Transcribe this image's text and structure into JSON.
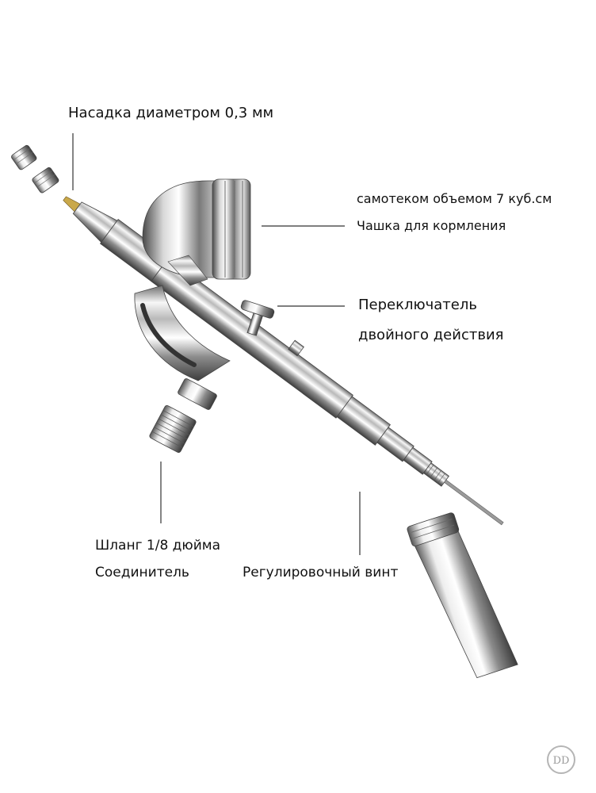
{
  "labels": {
    "nozzle": "Насадка диаметром 0,3 мм",
    "cup_line1": "самотеком объемом 7 куб.см",
    "cup_line2": "Чашка для кормления",
    "switch_line1": "Переключатель",
    "switch_line2": "двойного действия",
    "hose_line1": "Шланг 1/8 дюйма",
    "hose_line2": "Соединитель",
    "screw": "Регулировочный винт"
  },
  "watermark_text": "DD",
  "colors": {
    "text": "#111111",
    "leader_line": "#333333",
    "chrome_dark": "#5a5a5a",
    "chrome_light": "#f4f4f4"
  }
}
